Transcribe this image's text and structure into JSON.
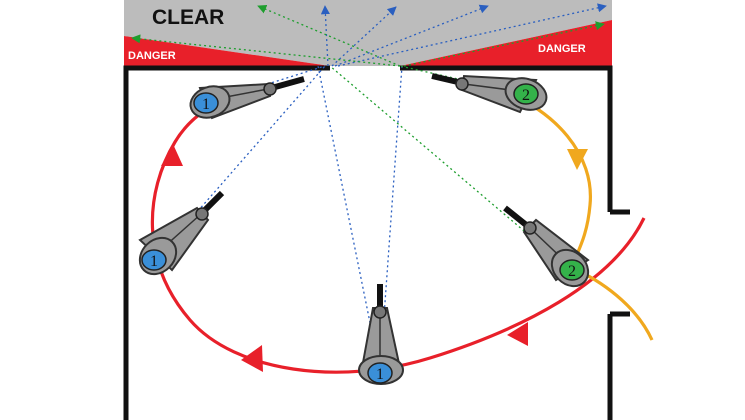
{
  "zones": {
    "clear": {
      "label": "CLEAR",
      "color": "#bcbcbc"
    },
    "danger_left": {
      "label": "DANGER",
      "color": "#e8202a"
    },
    "danger_right": {
      "label": "DANGER",
      "color": "#e8202a"
    }
  },
  "operators": [
    {
      "label": "1",
      "team": 1,
      "position": "top-left"
    },
    {
      "label": "1",
      "team": 1,
      "position": "middle-left"
    },
    {
      "label": "1",
      "team": 1,
      "position": "bottom-center"
    },
    {
      "label": "2",
      "team": 2,
      "position": "top-right"
    },
    {
      "label": "2",
      "team": 2,
      "position": "middle-right"
    }
  ],
  "colors": {
    "team_1": "#3a8fd8",
    "team_2": "#34b24a",
    "path_1": "#e8202a",
    "path_2": "#f0a81e",
    "sight_1": "#2a5fc0",
    "sight_2": "#1e9e2e",
    "wall": "#111111",
    "body": "#9a9a9a"
  }
}
